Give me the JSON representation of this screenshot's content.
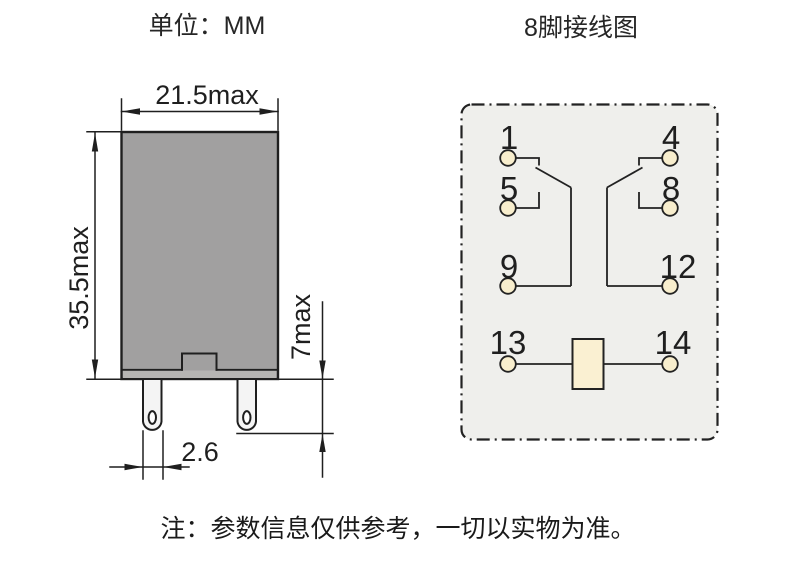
{
  "page": {
    "unit_label": "单位：MM",
    "wiring_title": "8脚接线图",
    "note": "注：参数信息仅供参考，一切以实物为准。"
  },
  "dimension_drawing": {
    "width_label": "21.5max",
    "height_label": "35.5max",
    "pin_length_label": "7max",
    "pin_width_label": "2.6"
  },
  "wiring_diagram": {
    "pin_labels": [
      "1",
      "4",
      "5",
      "8",
      "9",
      "12",
      "13",
      "14"
    ]
  },
  "colors": {
    "body_gray": "#a1a0a0",
    "flange_gray": "#b6b5b3",
    "pin_light": "#f4f4f4",
    "panel_bg": "#efefec",
    "terminal_fill": "#f8eecd",
    "coil_fill": "#faf0d2",
    "line": "#1f1f1f"
  }
}
